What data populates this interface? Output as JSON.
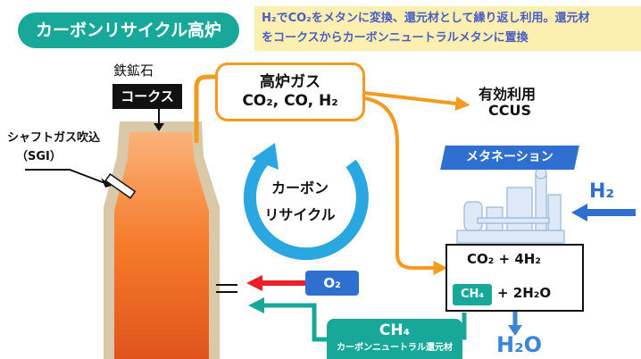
{
  "title": "カーボンリサイクル高炉",
  "note": {
    "line1": "H₂でCO₂をメタンに変換、還元材として繰り返し利用。還元材",
    "line2": "をコークスからカーボンニュートラルメタンに置換"
  },
  "labels": {
    "iron_ore": "鉄鉱石",
    "coke": "コークス",
    "shaft_gas": "シャフトガス吹込",
    "sgi": "（SGI）",
    "gas_title": "高炉ガス",
    "gas_formula": "CO₂, CO, H₂",
    "effective_use": "有効利用",
    "ccus": "CCUS",
    "methanation": "メタネーション",
    "h2": "H₂",
    "cycle_line1": "カーボン",
    "cycle_line2": "リサイクル",
    "reaction_top": "CO₂ + 4H₂",
    "reaction_ch4": "CH₄",
    "reaction_rest": "+ 2H₂O",
    "o2": "O₂",
    "ch4": "CH₄",
    "ch4_sub": "カーボンニュートラル還元材",
    "h2o": "H₂O"
  },
  "colors": {
    "teal": "#18a89a",
    "orange": "#f39a1f",
    "blue": "#2f6fd0",
    "red": "#e8202a",
    "cycle_blue": "#2aa7e0",
    "note_bg": "#fcefb0"
  }
}
